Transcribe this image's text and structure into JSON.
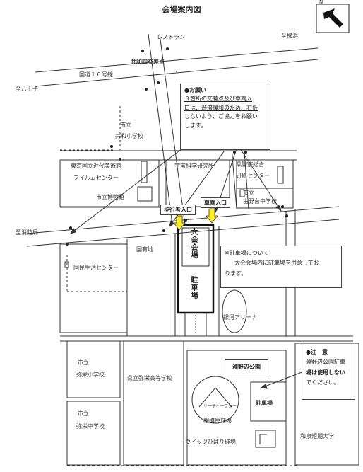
{
  "title": "会場案内図",
  "north_label": "N",
  "labels": {
    "restaurant": "レストラン",
    "to_yokohama": "至横浜",
    "intersection": "共和四交差点",
    "route16": "国道１６号線",
    "to_hachioji": "至八王子",
    "kyowa_school_1": "市立",
    "kyowa_school_2": "共和小学校",
    "film_center_1": "東京国立近代美術館",
    "film_center_2": "フイルムセンター",
    "space_museum": "宇宙科学研究所",
    "police_1": "県警察総合",
    "police_2": "研修センター",
    "city_museum": "市立博物館",
    "yunodai_1": "市立",
    "yunodai_2": "由野台中学校",
    "to_shobo": "至消防局",
    "national_land": "国有地",
    "life_center": "国民生活センター",
    "ginga_arena": "銀河アリーナ",
    "yasaka_ele_1": "市立",
    "yasaka_ele_2": "弥栄小学校",
    "yasaka_high": "県立弥栄高等学校",
    "yasaka_jh_1": "市立",
    "yasaka_jh_2": "弥栄中学校",
    "stadium_tag": "サーティーフォー",
    "stadium_name": "相模原球場",
    "hibari_field": "ウイッツひばり球場",
    "wakou_univ": "和泉短期大学"
  },
  "entrances": {
    "pedestrian": "歩行者入口",
    "vehicle": "車両入口"
  },
  "venue": {
    "name": "大会会場",
    "parking": "駐車場"
  },
  "notice_request": {
    "heading": "●お願い",
    "line1": "３箇所の交差点及び車両入",
    "line2": "口は、渋滞緩和のため、右折",
    "line3": "しないよう、ご協力をお願い",
    "line4": "します。"
  },
  "notice_parking": {
    "line1": "※駐車場について",
    "line2": "大会会場内に駐車場を用意してお",
    "line3": "ります。"
  },
  "notice_caution": {
    "heading": "●注　意",
    "line1": "淵野辺公園駐車",
    "line2": "場は使用しない",
    "line3": "でください。"
  },
  "fuchinobe_park": "淵野辺公園",
  "park_parking": "駐車場",
  "colors": {
    "road_line": "#333333",
    "arrow_fill": "#ffee22",
    "arrow_stroke": "#555555"
  }
}
